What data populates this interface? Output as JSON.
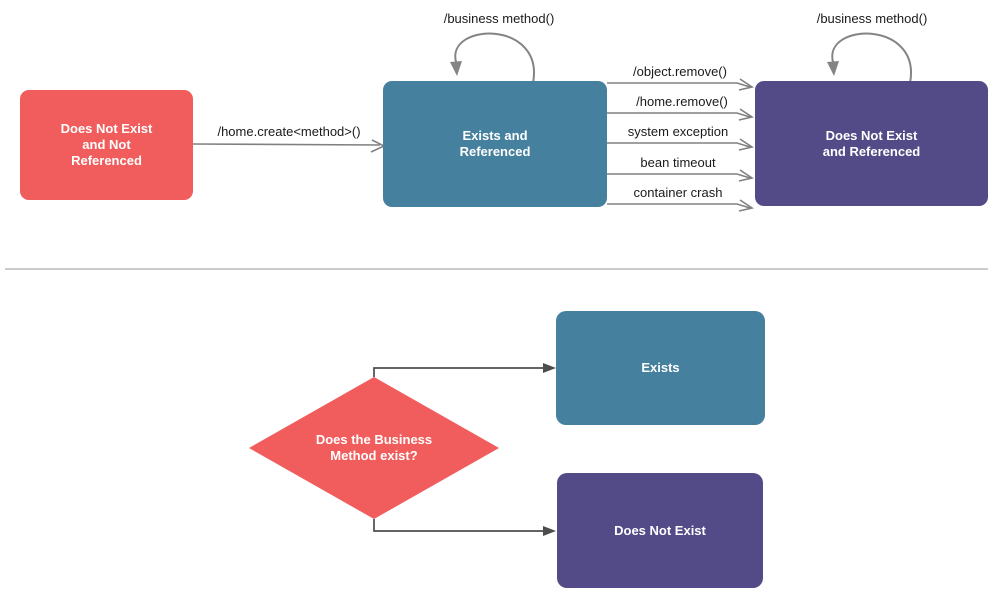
{
  "colors": {
    "state_red": "#f15c5c",
    "state_blue": "#45819f",
    "state_purple": "#534b87",
    "connector_gray": "#808080",
    "loop_gray": "#848484",
    "dark_arrow": "#4d4d4d",
    "divider_gray": "#cbcbcb",
    "label_text": "#1a1a1a"
  },
  "lifecycle": {
    "states": [
      {
        "id": "does-not-exist-not-referenced",
        "label": "Does Not Exist\nand Not\nReferenced"
      },
      {
        "id": "exists-and-referenced",
        "label": "Exists and\nReferenced"
      },
      {
        "id": "does-not-exist-referenced",
        "label": "Does Not Exist\nand Referenced"
      }
    ],
    "create_transition_label": "/home.create<method>()",
    "self_loop_left_label": "/business method()",
    "self_loop_right_label": "/business method()",
    "transitions": [
      "/object.remove()",
      "/home.remove()",
      "system exception",
      "bean timeout",
      "container crash"
    ]
  },
  "flowchart": {
    "decision_label": "Does the Business\nMethod exist?",
    "exists_label": "Exists",
    "does_not_exist_label": "Does Not Exist"
  }
}
